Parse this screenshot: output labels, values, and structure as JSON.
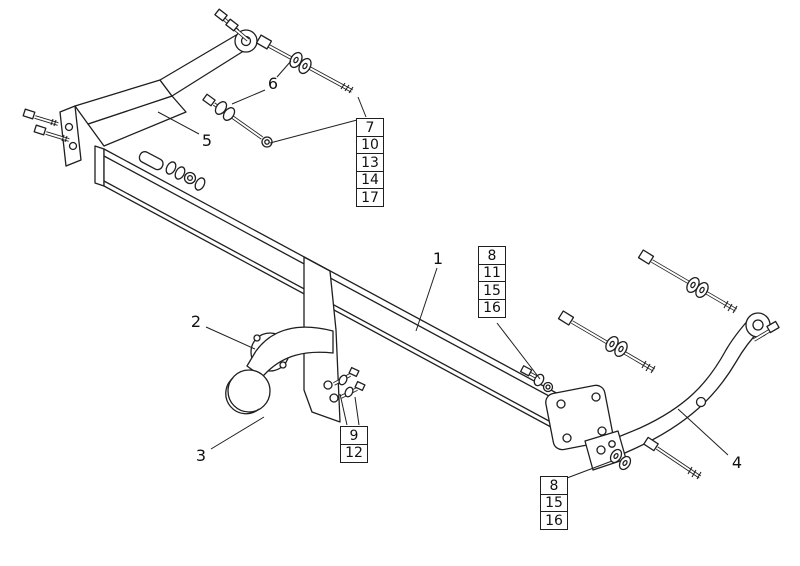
{
  "figure": {
    "background_color": "#ffffff",
    "line_color": "#1f1f1f"
  },
  "callouts": {
    "plain": {
      "c1": "1",
      "c2": "2",
      "c3": "3",
      "c4": "4",
      "c5": "5",
      "c6": "6"
    },
    "stack_top": [
      "7",
      "10",
      "13",
      "14",
      "17"
    ],
    "stack_mid": [
      "8",
      "11",
      "15",
      "16"
    ],
    "stack_center_bottom": [
      "9",
      "12"
    ],
    "stack_bottom_right": [
      "8",
      "15",
      "16"
    ]
  }
}
